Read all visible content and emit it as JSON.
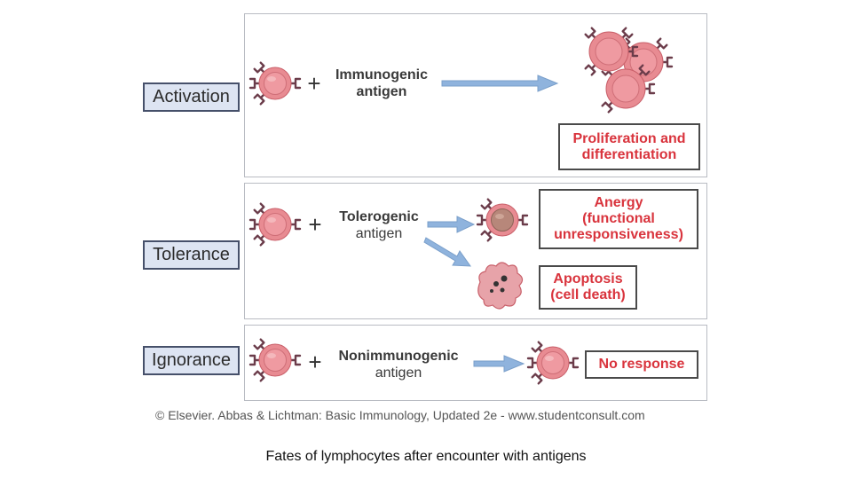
{
  "labels": {
    "activation": "Activation",
    "tolerance": "Tolerance",
    "ignorance": "Ignorance"
  },
  "activation": {
    "antigen_line1": "Immunogenic",
    "antigen_line2": "antigen",
    "outcome_line1": "Proliferation and",
    "outcome_line2": "differentiation"
  },
  "tolerance": {
    "antigen_line1": "Tolerogenic",
    "antigen_line2": "antigen",
    "anergy_line1": "Anergy",
    "anergy_line2": "(functional",
    "anergy_line3": "unresponsiveness)",
    "apoptosis_line1": "Apoptosis",
    "apoptosis_line2": "(cell death)"
  },
  "ignorance": {
    "antigen_line1": "Nonimmunogenic",
    "antigen_line2": "antigen",
    "outcome": "No response"
  },
  "plus_sign": "+",
  "copyright": "© Elsevier. Abbas & Lichtman: Basic Immunology, Updated 2e - www.studentconsult.com",
  "caption": "Fates of lymphocytes after encounter with  antigens",
  "colors": {
    "cell_fill": "#e88b92",
    "nucleus_fill": "#ef9aa1",
    "anergic_nucleus": "#b7877a",
    "receptor": "#6b3c4a",
    "arrow": "#8fb3dd",
    "outcome_text": "#d9343d"
  }
}
